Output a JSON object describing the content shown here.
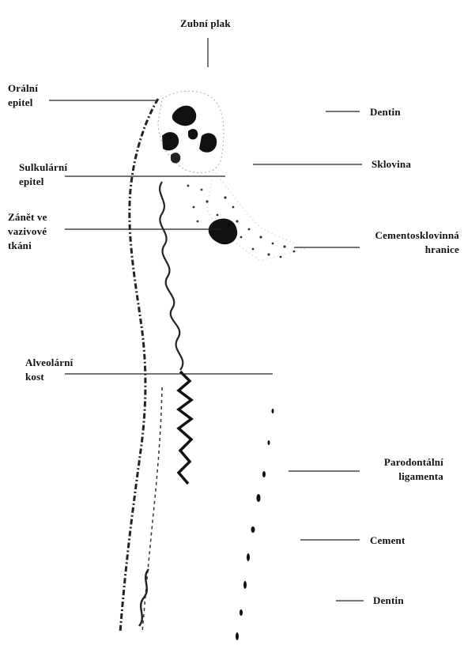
{
  "labels": {
    "top": "Zubní plak",
    "oral_1": "Orální",
    "oral_2": "epitel",
    "sulc_1": "Sulkulární",
    "sulc_2": "epitel",
    "infl_1": "Zánět ve",
    "infl_2": "vazivové",
    "infl_3": "tkáni",
    "alv_1": "Alveolární",
    "alv_2": "kost",
    "dentin_top": "Dentin",
    "enamel": "Sklovina",
    "cej_1": "Cementosklovinná",
    "cej_2": "hranice",
    "pdl_1": "Parodontální",
    "pdl_2": "ligamenta",
    "cement": "Cement",
    "dentin_bottom": "Dentin"
  }
}
